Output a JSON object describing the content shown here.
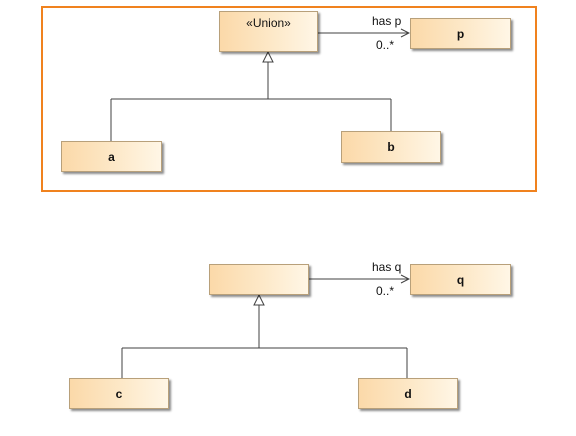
{
  "diagram_top": {
    "union_stereotype": "«Union»",
    "target_class": "p",
    "association_label": "has p",
    "multiplicity": "0..*",
    "subclasses": [
      "a",
      "b"
    ]
  },
  "diagram_bottom": {
    "superclass_name": "",
    "target_class": "q",
    "association_label": "has q",
    "multiplicity": "0..*",
    "subclasses": [
      "c",
      "d"
    ]
  },
  "colors": {
    "frame": "#f0821e",
    "line": "#404040"
  }
}
